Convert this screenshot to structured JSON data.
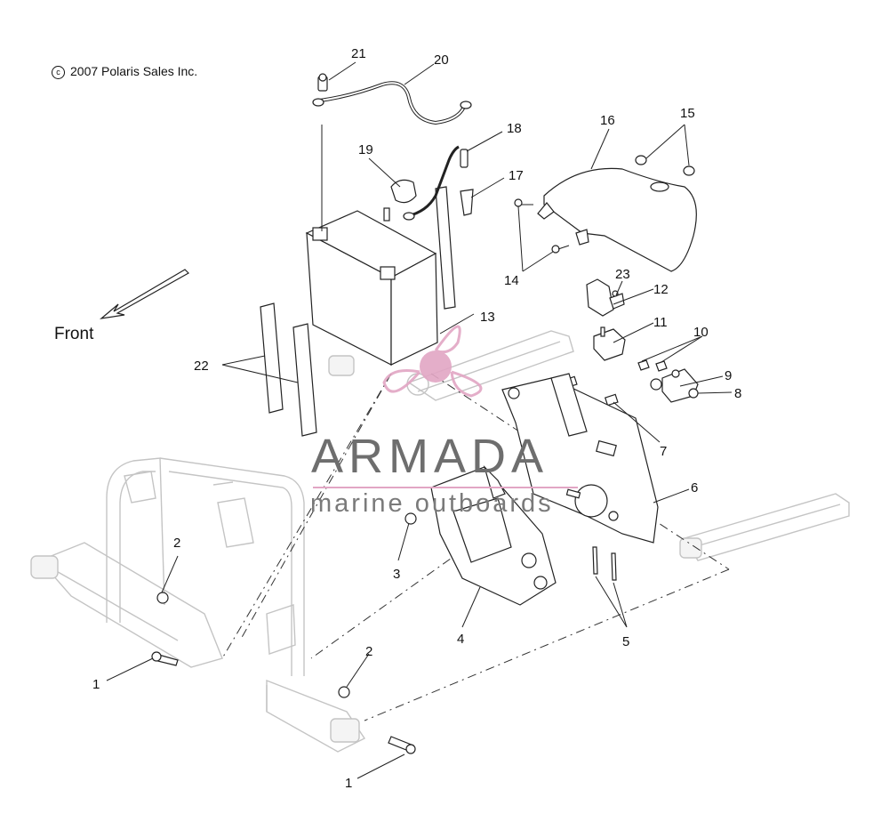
{
  "copyright": {
    "symbol": "c",
    "text": "2007 Polaris Sales Inc."
  },
  "front_label": "Front",
  "watermark": {
    "brand": "ARMADA",
    "tagline": "marine outboards"
  },
  "callouts": {
    "n1": "1",
    "n2": "2",
    "n3": "3",
    "n4": "4",
    "n5": "5",
    "n6": "6",
    "n7": "7",
    "n8": "8",
    "n9": "9",
    "n10": "10",
    "n11": "11",
    "n12": "12",
    "n13": "13",
    "n14": "14",
    "n15": "15",
    "n16": "16",
    "n17": "17",
    "n18": "18",
    "n19": "19",
    "n20": "20",
    "n21": "21",
    "n22": "22",
    "n23": "23"
  },
  "colors": {
    "watermark_pink": "#e2a6c4",
    "watermark_gray": "#707070",
    "ghost_frame": "#c4c4c4",
    "line": "#222222"
  }
}
